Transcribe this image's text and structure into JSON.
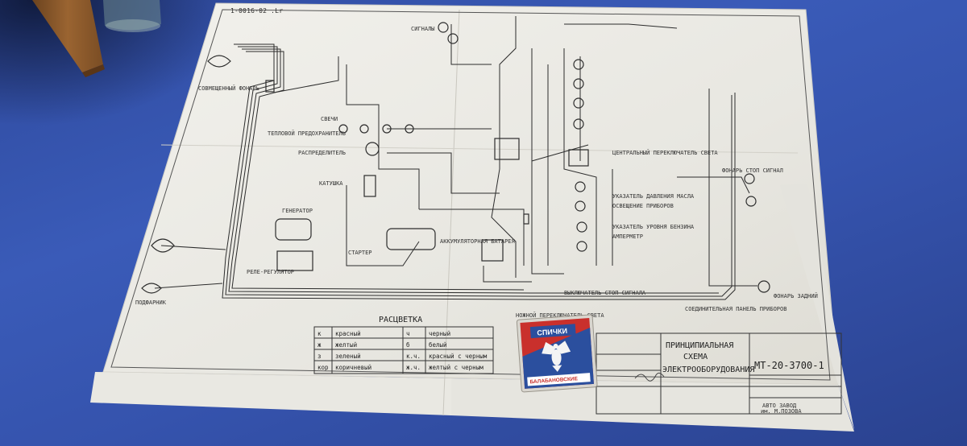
{
  "scene": "Printed blueprint-style wiring diagram of a vehicle electrical system lying on a blue table, with a matchbox on top",
  "sheet": {
    "doc_number_top": "1-0016-02 .Lr",
    "title_block": {
      "title_line1": "ПРИНЦИПИАЛЬНАЯ",
      "title_line2": "СХЕМА",
      "title_line3": "ЭЛЕКТРООБОРУДОВАНИЯ",
      "code": "МТ-20-3700-1",
      "org_line1": "АВТО ЗАВОД",
      "org_line2": "им. М.ПОЗОВА"
    },
    "color_table": {
      "title": "РАСЦВЕТКА",
      "rows": [
        {
          "mark": "к",
          "color": "красный",
          "mark2": "ч",
          "color2": "черный"
        },
        {
          "mark": "ж",
          "color": "желтый",
          "mark2": "б",
          "color2": "белый"
        },
        {
          "mark": "з",
          "color": "зеленый",
          "mark2": "к.ч.",
          "color2": "красный с черным"
        },
        {
          "mark": "кор",
          "color": "коричневый",
          "mark2": "ж.ч.",
          "color2": "желтый с черным"
        }
      ]
    },
    "labels": {
      "left_headlamp": "СОВМЕЩЕННЫЙ ФОНАРЬ",
      "horn": "СИГНАЛЫ",
      "generator": "ГЕНЕРАТОР",
      "starter": "СТАРТЕР",
      "battery": "АККУМУЛЯТОРНАЯ БАТАРЕЯ",
      "ignition_coil": "КАТУШКА",
      "spark_plugs": "СВЕЧИ",
      "distributor": "РАСПРЕДЕЛИТЕЛЬ",
      "center_switch": "ЦЕНТРАЛЬНЫЙ ПЕРЕКЛЮЧАТЕЛЬ СВЕТА",
      "fuel_gauge": "УКАЗАТЕЛЬ УРОВНЯ БЕНЗИНА",
      "oil_pressure": "УКАЗАТЕЛЬ ДАВЛЕНИЯ МАСЛА",
      "instrument_light": "ОСВЕЩЕНИЕ ПРИБОРОВ",
      "rear_lamp": "ФОНАРЬ ЗАДНИЙ",
      "stop_switch": "ВЫКЛЮЧАТЕЛЬ СТОП СИГНАЛА",
      "foot_switch": "НОЖНОЙ ПЕРЕКЛЮЧАТЕЛЬ СВЕТА",
      "voltage_regulator": "РЕЛЕ-РЕГУЛЯТОР",
      "headlamp_bottom": "ПОДФАРНИК",
      "fuse_box": "ТЕПЛОВОЙ ПРЕДОХРАНИТЕЛЬ",
      "rear_tail": "ФОНАРЬ СТОП СИГНАЛ",
      "connector_panel": "СОЕДИНИТЕЛЬНАЯ ПАНЕЛЬ ПРИБОРОВ",
      "ammeter": "АМПЕРМЕТР"
    }
  },
  "matchbox": {
    "brand_top": "СПИЧКИ",
    "brand_bottom": "БАЛАБАНОВСКИЕ"
  },
  "colors": {
    "table": "#3553ad",
    "paper": "#ecebe6",
    "ink": "#2c2c2c",
    "wood": "#8a5a2b",
    "matchbox_red": "#c9302c",
    "matchbox_blue": "#2b4f9e"
  }
}
